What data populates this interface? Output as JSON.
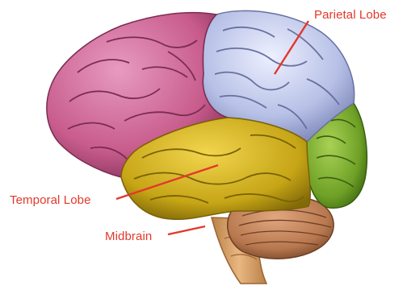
{
  "diagram": {
    "subject": "brain-side-view",
    "labels": {
      "parietal": "Parietal Lobe",
      "temporal": "Temporal Lobe",
      "midbrain": "Midbrain"
    },
    "colors": {
      "background": "#ffffff",
      "label_text": "#e2382b",
      "leader_line": "#e2382b",
      "frontal_lobe": "#c85c8c",
      "parietal_lobe": "#b6c0e6",
      "occipital_lobe": "#6fa126",
      "temporal_lobe": "#c6a516",
      "cerebellum": "#b8784f",
      "brainstem": "#d9a06a"
    }
  }
}
